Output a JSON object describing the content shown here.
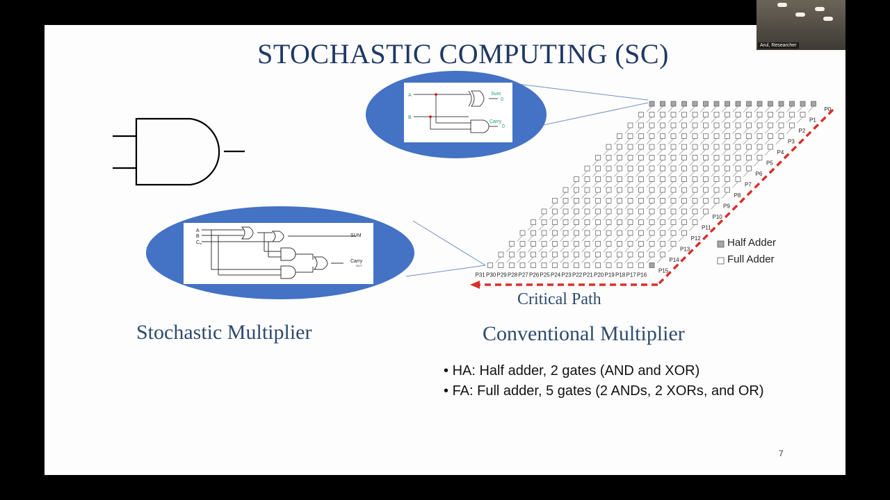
{
  "slide": {
    "title": "STOCHASTIC COMPUTING (SC)",
    "stochastic_label": "Stochastic Multiplier",
    "conventional_label": "Conventional Multiplier",
    "critical_path_label": "Critical Path",
    "legend": {
      "half_adder": "Half Adder",
      "full_adder": "Full Adder"
    },
    "bullets": [
      "HA: Half adder, 2 gates (AND and XOR)",
      "FA: Full adder, 5 gates (2 ANDs, 2 XORs, and OR)"
    ],
    "page_number": "7",
    "half_adder_inset": {
      "input_a": "A",
      "input_b": "B",
      "sum_label": "Sum",
      "carry_label": "Carry",
      "sum_value": "0",
      "carry_value": "0"
    },
    "full_adder_inset": {
      "input_a": "A",
      "input_b": "B",
      "input_c": "C",
      "c_subscript": "in",
      "sum_label": "SUM",
      "carry_label": "Carry",
      "carry_sub": "OUT"
    },
    "outputs_right": [
      "P0",
      "P1",
      "P2",
      "P3",
      "P4",
      "P5",
      "P6",
      "P7",
      "P8",
      "P9",
      "P10",
      "P11",
      "P12",
      "P13",
      "P14",
      "P15"
    ],
    "outputs_bottom": [
      "P31",
      "P30",
      "P29",
      "P28",
      "P27",
      "P26",
      "P25",
      "P24",
      "P23",
      "P22",
      "P21",
      "P20",
      "P19",
      "P18",
      "P17",
      "P16"
    ]
  },
  "webcam": {
    "participant_name": "Arul, Researcher"
  },
  "colors": {
    "title": "#1f3864",
    "ellipse": "#4472c4",
    "critical_path": "#d9302c",
    "half_adder_fill": "#a6a6a6"
  }
}
